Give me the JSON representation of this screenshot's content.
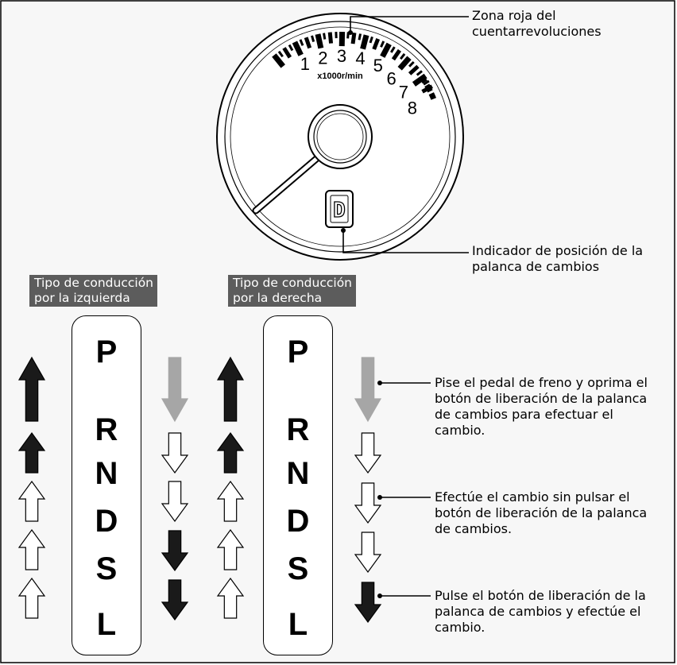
{
  "callouts": {
    "redzone": "Zona roja del\ncuentarrevoluciones",
    "indicator": "Indicador de posición de la\npalanca de cambios",
    "brake": "Pise el pedal de freno y oprima el\nbotón de liberación de la palanca\nde cambios para efectuar el\ncambio.",
    "free": "Efectúe el cambio sin pulsar el\nbotón de liberación de la palanca\nde cambios.",
    "button": "Pulse el botón de liberación de la\npalanca de cambios y efectúe el\ncambio."
  },
  "tachometer": {
    "numbers": [
      "1",
      "2",
      "3",
      "4",
      "5",
      "6",
      "7",
      "8"
    ],
    "unit": "x1000r/min",
    "gear_display": "D"
  },
  "panels": {
    "left_label": "Tipo de conducción\npor la izquierda",
    "right_label": "Tipo de conducción\npor la derecha"
  },
  "gears": [
    "P",
    "R",
    "N",
    "D",
    "S",
    "L"
  ],
  "colors": {
    "background": "#f7f7f7",
    "tag": "#5c5c5c",
    "arrow_dark": "#1a1a1a",
    "arrow_gray": "#a6a6a6",
    "arrow_white": "#ffffff"
  }
}
